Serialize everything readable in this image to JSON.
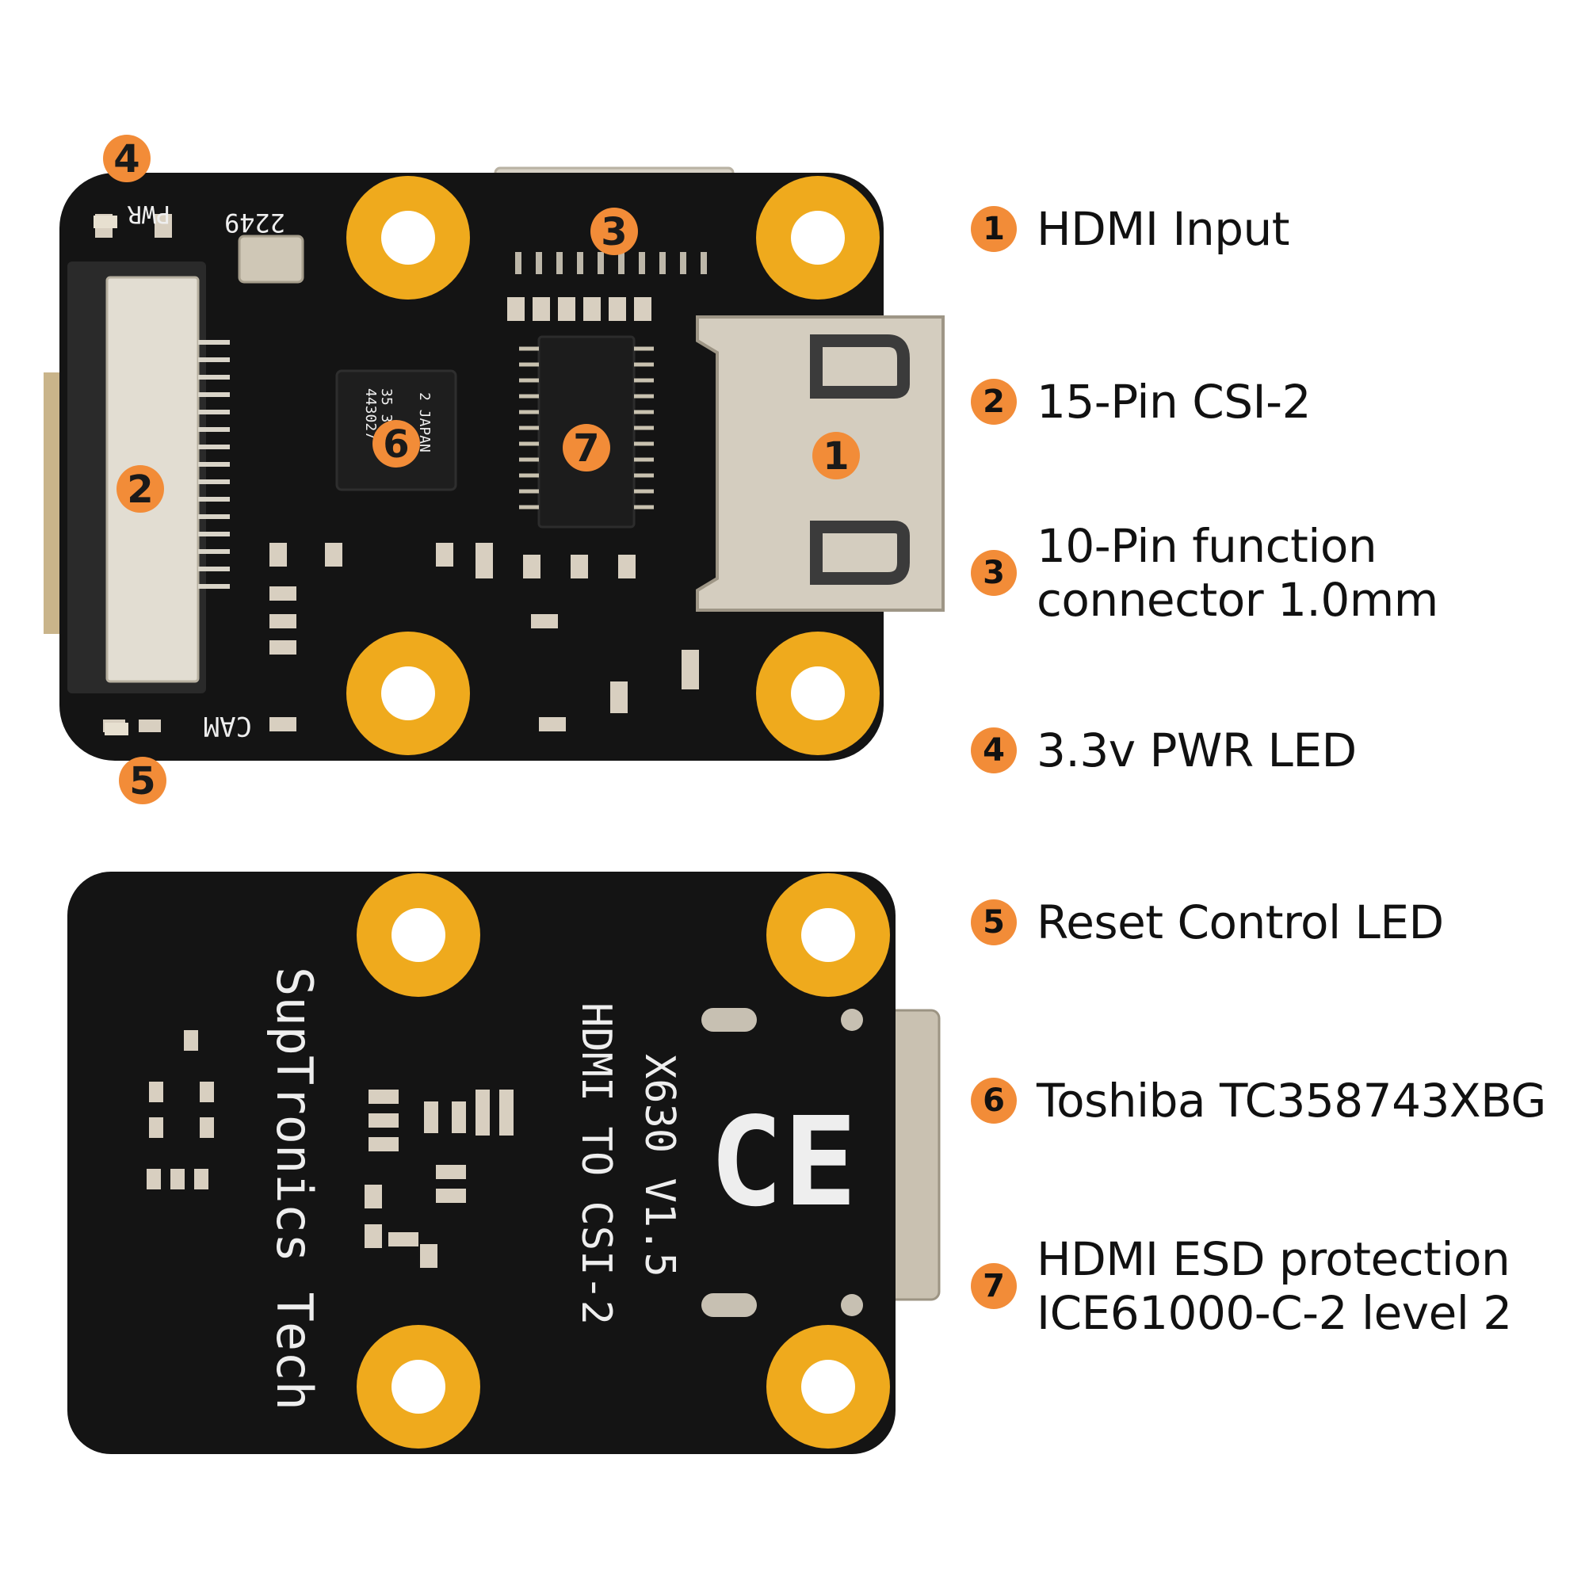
{
  "colors": {
    "callout": "#f28c38",
    "pcb": "#111111",
    "pad": "#efaa1d",
    "connector_metal": "#cfc7b8"
  },
  "callouts_front": [
    "1",
    "2",
    "3",
    "4",
    "5",
    "6",
    "7"
  ],
  "legend": [
    {
      "num": "1",
      "lines": [
        "HDMI Input"
      ]
    },
    {
      "num": "2",
      "lines": [
        "15-Pin CSI-2"
      ]
    },
    {
      "num": "3",
      "lines": [
        "10-Pin function",
        "connector 1.0mm"
      ]
    },
    {
      "num": "4",
      "lines": [
        "3.3v PWR LED"
      ]
    },
    {
      "num": "5",
      "lines": [
        "Reset Control LED"
      ]
    },
    {
      "num": "6",
      "lines": [
        "Toshiba TC358743XBG"
      ]
    },
    {
      "num": "7",
      "lines": [
        "HDMI ESD protection",
        "ICE61000-C-2 level 2"
      ]
    }
  ],
  "front_silkscreen": {
    "pwr": "PWR",
    "cam": "CAM",
    "code": "2249",
    "chip": [
      "443027",
      "35 3G",
      "2 JAPAN"
    ]
  },
  "back_silkscreen": {
    "brand": "SupTronics Tech",
    "model": "X630  V1.5",
    "desc": "HDMI  TO  CSI-2",
    "mark": "CE"
  }
}
